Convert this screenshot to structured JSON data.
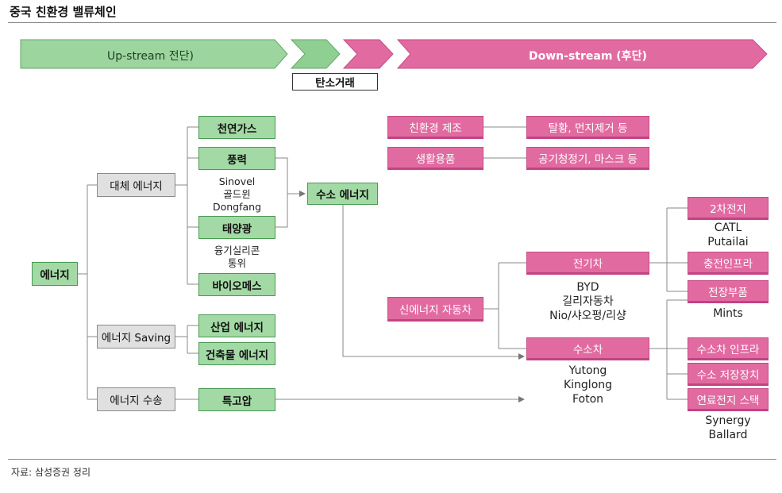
{
  "header": {
    "title": "중국 친환경 밸류체인"
  },
  "footer": {
    "source": "자료: 삼성증권 정리"
  },
  "banners": {
    "upstream": "Up-stream 전단)",
    "downstream": "Down-stream (후단)",
    "carbon": "탄소거래"
  },
  "colors": {
    "upstream": "#9dd59f",
    "downstream": "#e16ba1",
    "green_border": "#4a9a52"
  },
  "nodes": {
    "energy": "에너지",
    "alt_energy": "대체 에너지",
    "energy_saving": "에너지 Saving",
    "energy_transport": "에너지 수송",
    "natural_gas": "천연가스",
    "wind": "풍력",
    "solar": "태양광",
    "biomass": "바이오메스",
    "industrial_energy": "산업 에너지",
    "building_energy": "건축물 에너지",
    "uhv": "특고압",
    "hydrogen_energy": "수소 에너지",
    "eco_manufacturing": "친환경 제조",
    "daily_goods": "생활용품",
    "desulfur": "탈황, 먼지제거 등",
    "air_purifier": "공기청정기, 마스크 등",
    "nev": "신에너지 자동차",
    "ev": "전기차",
    "fcv": "수소차",
    "battery2": "2차전지",
    "charging": "충전인프라",
    "parts": "전장부품",
    "h2_infra": "수소차 인프라",
    "h2_storage": "수소 저장장치",
    "fuel_stack": "연료전지 스택"
  },
  "labels": {
    "wind_cos": [
      "Sinovel",
      "골드윈",
      "Dongfang"
    ],
    "solar_cos": [
      "융기실리콘",
      "통위"
    ],
    "ev_cos": [
      "BYD",
      "길리자동차",
      "Nio/샤오펑/리샹"
    ],
    "fcv_cos": [
      "Yutong",
      "Kinglong",
      "Foton"
    ],
    "battery_cos": [
      "CATL",
      "Putailai"
    ],
    "parts_cos": [
      "Mints"
    ],
    "stack_cos": [
      "Synergy",
      "Ballard"
    ]
  }
}
